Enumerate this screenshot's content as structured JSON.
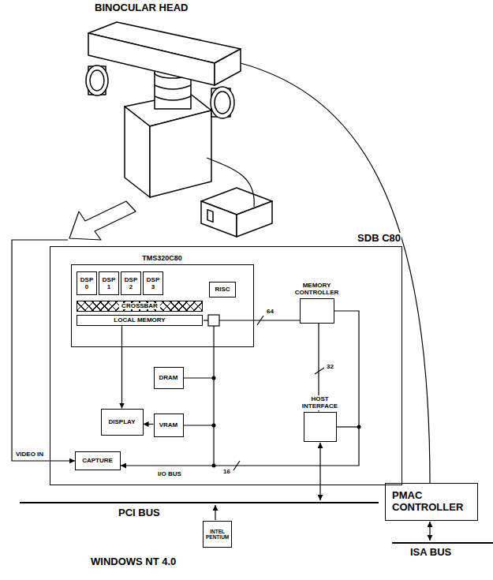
{
  "diagram": {
    "nodes": [
      {
        "text": [
          "SDB C80"
        ]
      },
      {
        "text": [
          "TMS320C80"
        ],
        "in": 0
      },
      {
        "text": [
          "DSP 0"
        ],
        "in": 1
      },
      {
        "text": [
          "DSP 1"
        ],
        "in": 1
      },
      {
        "text": [
          "DSP 2"
        ],
        "in": 1
      },
      {
        "text": [
          "DSP 3"
        ],
        "in": 1
      },
      {
        "text": [
          "RISC"
        ],
        "in": 1
      },
      {
        "text": [
          "CROSSBAR"
        ],
        "in": 1
      },
      {
        "text": [
          "LOCAL MEMORY"
        ],
        "in": 1
      },
      {
        "text": [
          "MEMORY CONTROLLER"
        ],
        "in": 0
      },
      {
        "text": [
          "DRAM"
        ],
        "in": 0
      },
      {
        "text": [
          "DISPLAY"
        ],
        "in": 0
      },
      {
        "text": [
          "VRAM"
        ],
        "in": 0
      },
      {
        "text": [
          "HOST INTERFACE"
        ],
        "in": 0
      },
      {
        "text": [
          "CAPTURE"
        ],
        "in": 0
      },
      {
        "text": [
          "PMAC CONTROLLER"
        ]
      },
      {
        "text": [
          "INTEL PENTIUM"
        ]
      }
    ],
    "edges": [
      {
        "from": 8,
        "to": 11,
        "arrow": "to"
      },
      {
        "from": 12,
        "to": 11,
        "arrow": "to"
      },
      {
        "from": 9,
        "to": 13,
        "arrow": "none"
      }
    ],
    "labels": [
      "BINOCULAR HEAD",
      "64",
      "32",
      "VIDEO IN",
      "I/O BUS",
      "16",
      "PCI BUS",
      "ISA BUS",
      "WINDOWS NT 4.0"
    ]
  }
}
